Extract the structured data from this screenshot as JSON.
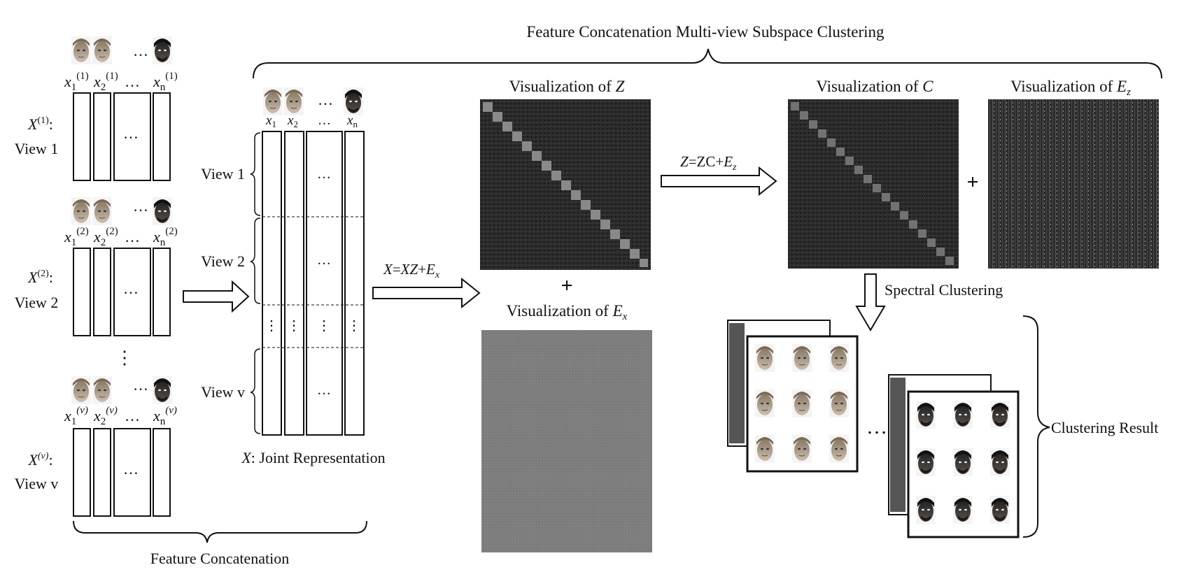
{
  "title": "Feature Concatenation Multi-view Subspace Clustering",
  "views": [
    {
      "matrix": "X",
      "sup": "(1)",
      "label": "View 1",
      "sample_sup": "(1)"
    },
    {
      "matrix": "X",
      "sup": "(2)",
      "label": "View 2",
      "sample_sup": "(2)"
    },
    {
      "matrix": "X",
      "sup": "(v)",
      "label": "View v",
      "sample_sup": "(v)"
    }
  ],
  "sample_labels": {
    "first": "x",
    "first_sub": "1",
    "second": "x",
    "second_sub": "2",
    "last": "x",
    "last_sub": "n"
  },
  "ellipsis": "…",
  "feature_concatenation": "Feature Concatenation",
  "joint": {
    "symbol": "X",
    "caption": ": Joint Representation",
    "row_labels": [
      "View 1",
      "View 2",
      "View v"
    ]
  },
  "eq1": {
    "lhs": "X",
    "eq": "=",
    "mid": "XZ",
    "plus": "+",
    "E": "E",
    "sub": "x"
  },
  "eq2": {
    "lhs": "Z",
    "eq": "=",
    "mid": "ZC",
    "plus": "+",
    "E": "E",
    "sub": "z"
  },
  "vis_prefix": "Visualization of ",
  "vis": {
    "Z": "Z",
    "Ex": "E",
    "Ex_sub": "x",
    "C": "C",
    "Ez": "E",
    "Ez_sub": "z"
  },
  "plus_sign": "+",
  "spectral_clustering": "Spectral Clustering",
  "clustering_result": "Clustering Result",
  "colors": {
    "matrix_dark": "#222222",
    "matrix_gray": "#7e7e7e",
    "line": "#111111"
  }
}
